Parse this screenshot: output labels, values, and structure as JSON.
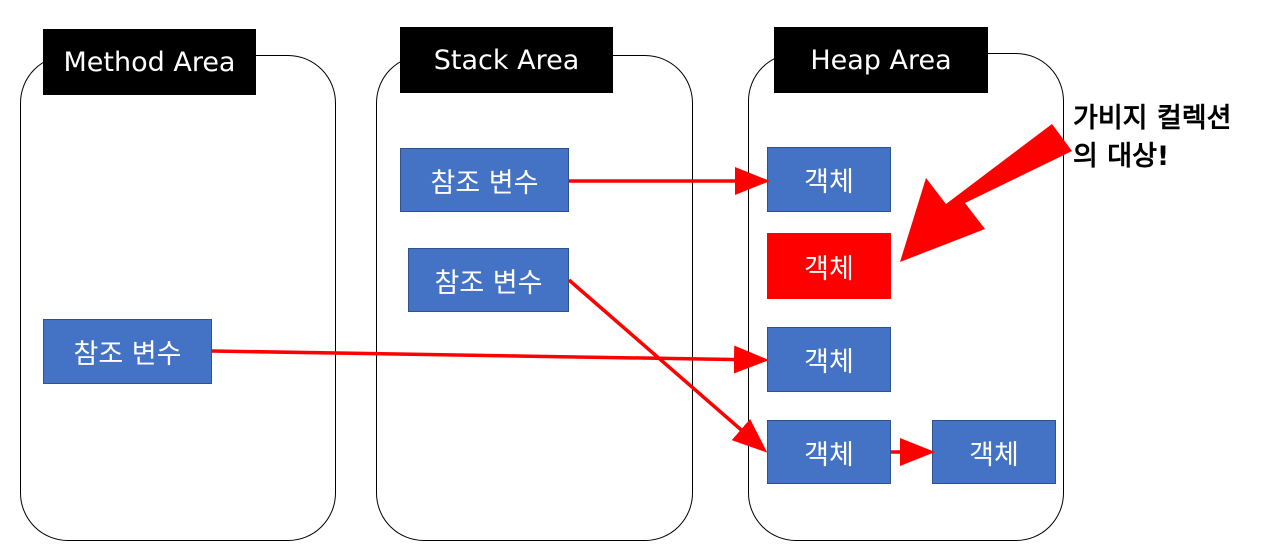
{
  "areas": {
    "method": "Method Area",
    "stack": "Stack Area",
    "heap": "Heap Area"
  },
  "method_area": {
    "ref_var": "참조 변수"
  },
  "stack_area": {
    "ref_var_1": "참조 변수",
    "ref_var_2": "참조 변수"
  },
  "heap_area": {
    "object_1": "객체",
    "object_garbage": "객체",
    "object_3": "객체",
    "object_4": "객체",
    "object_5": "객체"
  },
  "annotation": {
    "line1": "가비지 컬렉션",
    "line2": "의 대상!"
  },
  "colors": {
    "box_fill": "#4472c4",
    "garbage_fill": "#ff0000",
    "arrow": "#ff0000",
    "label_bg": "#000000"
  }
}
